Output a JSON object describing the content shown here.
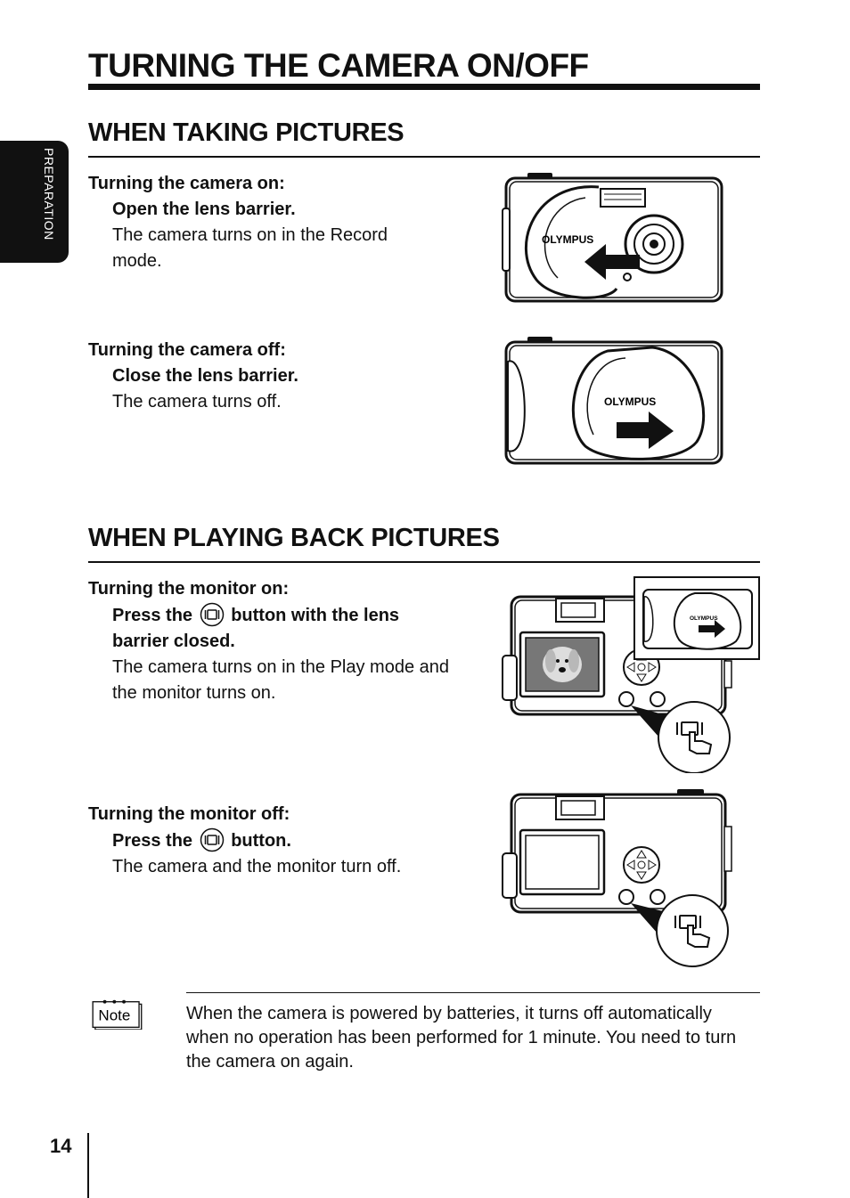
{
  "page": {
    "title": "TURNING THE CAMERA ON/OFF",
    "side_tab": "PREPARATION",
    "page_number": "14"
  },
  "taking": {
    "heading": "WHEN TAKING PICTURES",
    "on": {
      "label": "Turning the camera on:",
      "instruction": "Open the lens barrier.",
      "result": "The camera turns on in the Record mode."
    },
    "off": {
      "label": "Turning the camera off:",
      "instruction": "Close the lens barrier.",
      "result": "The camera turns off."
    },
    "brand": "OLYMPUS"
  },
  "playback": {
    "heading": "WHEN PLAYING BACK PICTURES",
    "on": {
      "label": "Turning the monitor on:",
      "instruction_pre": "Press the",
      "instruction_post": "button with the lens barrier closed.",
      "result": "The camera turns on in the Play mode and the monitor turns on."
    },
    "off": {
      "label": "Turning the monitor off:",
      "instruction_pre": "Press the",
      "instruction_post": "button.",
      "result": "The camera and the monitor turn off."
    },
    "brand": "OLYMPUS"
  },
  "note": {
    "label": "Note",
    "text": "When the camera is powered by batteries, it turns off automatically when no operation has been performed for 1 minute. You need to turn the camera on again."
  }
}
